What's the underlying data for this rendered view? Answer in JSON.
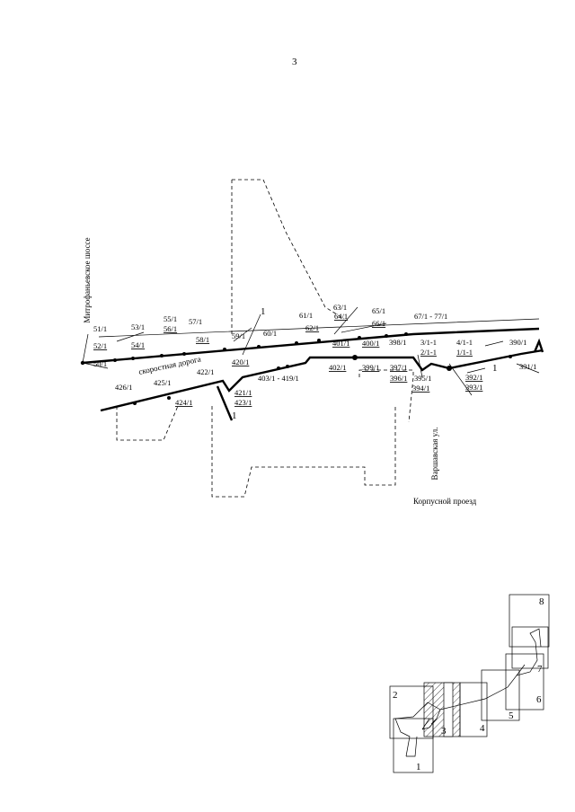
{
  "page_number": "3",
  "streets": {
    "mitrofanyevskoe": "Митрофаньевское шоссе",
    "skorostnaya": "скоростная дорога",
    "varshavskaya": "Варшавская ул.",
    "kortusov": "Корпусной проезд"
  },
  "line_markers": [
    "1",
    "1",
    "1"
  ],
  "pipeline_labels": [
    "51/1",
    "52/1",
    "50/1",
    "53/1",
    "54/1",
    "55/1",
    "56/1",
    "57/1",
    "58/1",
    "59/1",
    "60/1",
    "61/1",
    "62/1",
    "63/1",
    "64/1",
    "65/1",
    "66/1",
    "67/1 - 77/1",
    "401/1",
    "400/1",
    "398/1",
    "3/1-1",
    "2/1-1",
    "4/1-1",
    "1/1-1",
    "390/1",
    "391/1",
    "420/1",
    "422/1",
    "403/1 - 419/1",
    "402/1",
    "399/1",
    "397/1",
    "396/1",
    "395/1",
    "394/1",
    "392/1",
    "393/1",
    "426/1",
    "425/1",
    "424/1",
    "421/1",
    "423/1"
  ],
  "index_map": {
    "sheets": [
      "1",
      "2",
      "3",
      "4",
      "5",
      "6",
      "7",
      "8"
    ]
  }
}
